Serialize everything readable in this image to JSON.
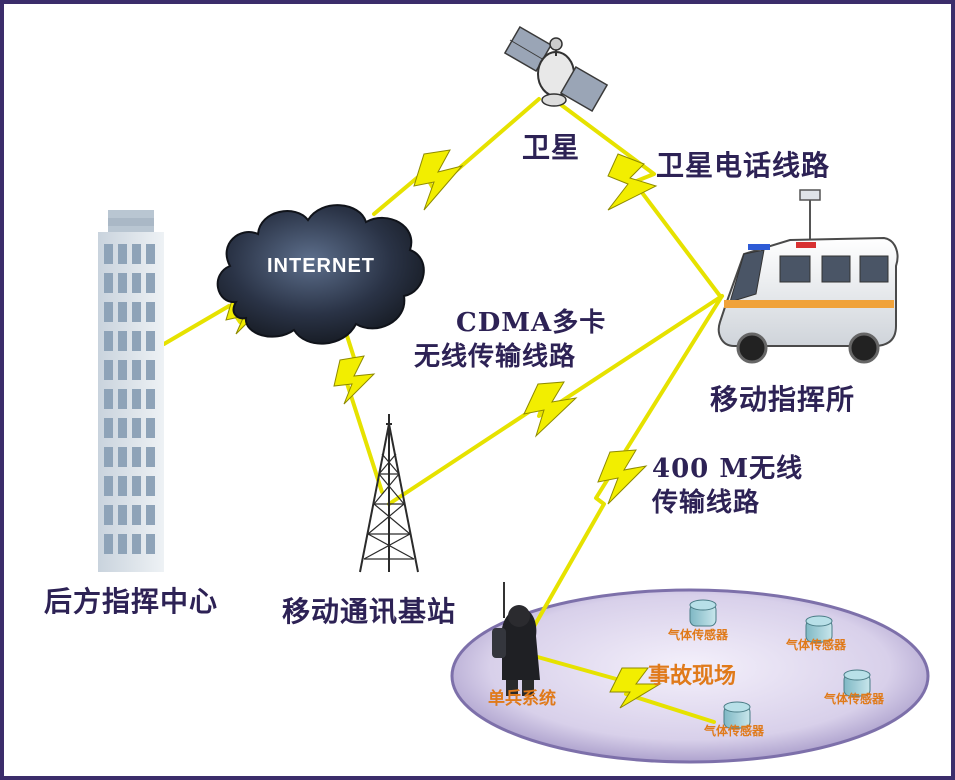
{
  "diagram": {
    "nodes": {
      "satellite": "卫星",
      "internet": "INTERNET",
      "rear_command_center": "后方指挥中心",
      "mobile_base_station": "移动通讯基站",
      "mobile_command_post": "移动指挥所",
      "individual_soldier_system": "单兵系统"
    },
    "links": {
      "satellite_phone_line": "卫星电话线路",
      "cdma_line_1": "CDMA多卡",
      "cdma_line_2": "无线传输线路",
      "m400_line_1": "400 M无线",
      "m400_line_2": "传输线路"
    },
    "incident_scene": {
      "label": "事故现场",
      "sensors": [
        "气体传感器",
        "气体传感器",
        "气体传感器",
        "气体传感器"
      ]
    }
  }
}
